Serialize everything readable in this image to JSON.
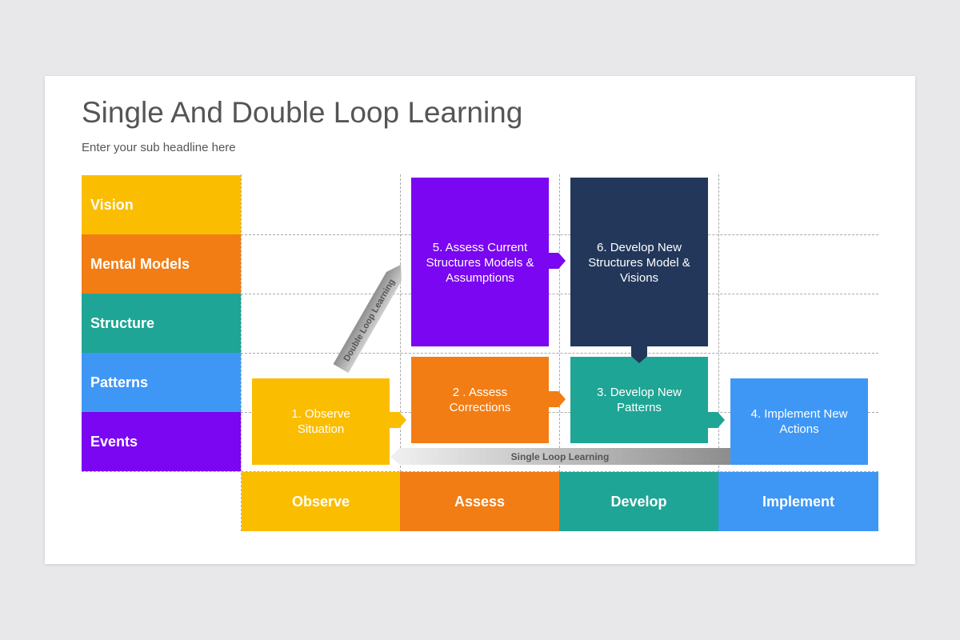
{
  "slide": {
    "title": "Single And Double Loop Learning",
    "subtitle": "Enter your sub headline here"
  },
  "rows": [
    {
      "label": "Vision",
      "color": "#fbbd00"
    },
    {
      "label": "Mental Models",
      "color": "#f27d14"
    },
    {
      "label": "Structure",
      "color": "#1fa595"
    },
    {
      "label": "Patterns",
      "color": "#3f97f5"
    },
    {
      "label": "Events",
      "color": "#7a06f2"
    }
  ],
  "columns": [
    {
      "label": "Observe",
      "color": "#fbbd00"
    },
    {
      "label": "Assess",
      "color": "#f27d14"
    },
    {
      "label": "Develop",
      "color": "#1fa595"
    },
    {
      "label": "Implement",
      "color": "#3f97f5"
    }
  ],
  "steps": [
    {
      "text": "1. Observe\nSituation",
      "color": "#fbbd00"
    },
    {
      "text": "2 . Assess\nCorrections",
      "color": "#f27d14"
    },
    {
      "text": "3. Develop New\nPatterns",
      "color": "#1fa595"
    },
    {
      "text": "4. Implement New\nActions",
      "color": "#3f97f5"
    },
    {
      "text": "5. Assess Current\nStructures Models &\nAssumptions",
      "color": "#7a06f2"
    },
    {
      "text": "6. Develop New\nStructures Model &\nVisions",
      "color": "#22375a"
    }
  ],
  "arrows": {
    "single_loop": "Single Loop Learning",
    "double_loop": "Double Loop Learning"
  }
}
